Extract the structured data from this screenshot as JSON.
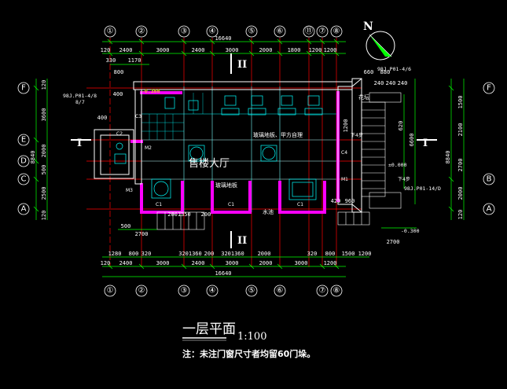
{
  "axes_top": [
    "①",
    "②",
    "③",
    "④",
    "⑤",
    "⑥",
    "⑪",
    "⑦",
    "⑧"
  ],
  "axes_bottom": [
    "①",
    "②",
    "③",
    "④",
    "⑤",
    "⑥",
    "⑦",
    "⑧"
  ],
  "axes_left": [
    "F",
    "E",
    "D",
    "C",
    "A"
  ],
  "axes_right": [
    "F",
    "B",
    "A"
  ],
  "dims": {
    "top_total": "16640",
    "top_row": [
      "120",
      "2400",
      "3000",
      "2400",
      "3000",
      "2000",
      "1800",
      "1200",
      "1200"
    ],
    "top_small_a": "330",
    "top_small_b": "1170",
    "top_small_c": "800",
    "bottom_row1": [
      "1280",
      "800",
      "320",
      "3201360",
      "200",
      "3201360",
      "2000",
      "320",
      "800",
      "1500",
      "1200"
    ],
    "bottom_row2": [
      "120",
      "2400",
      "3000",
      "2400",
      "3000",
      "2000",
      "3000",
      "1200"
    ],
    "bottom_total": "16640",
    "left_col": [
      "120",
      "3600",
      "2000",
      "500",
      "2500",
      "120"
    ],
    "left_total": "8840",
    "left_small": [
      "400",
      "400"
    ],
    "right_col": [
      "1500",
      "2100",
      "2700",
      "2000",
      "120"
    ],
    "right_total": "8840",
    "right_outer": "6600",
    "right_top_row": [
      "660",
      "880"
    ],
    "right_top_row2": [
      "240",
      "240",
      "240"
    ],
    "right_mid": "620",
    "inner_bottom": [
      "2001350",
      "200"
    ],
    "inner_420": "420",
    "inner_960": "960",
    "inner_1200": "1200",
    "stair_500": "500",
    "stair_2700": "2700",
    "right_2700": "2700",
    "ref_top": "98J.P01-4/8",
    "ref_top2": "8/7",
    "ref_right_top": "98J.P01-4/6",
    "ref_right_bottom": "98J.P01-14/D",
    "elev_1": "-0.300",
    "elev_2": "±0.000",
    "elev_3": "-0.300"
  },
  "labels": {
    "hall": "售楼大厅",
    "glass_1": "玻璃地板、甲方自理",
    "glass_2": "玻璃地板",
    "water": "水池",
    "flower": "花坛",
    "steps_a": "下4步",
    "steps_b": "下4步",
    "c1": "C1",
    "c2": "C2",
    "c3": "C3",
    "c4": "C4",
    "m1": "M1",
    "m2": "M2",
    "m3": "M3"
  },
  "sections": {
    "top": "II",
    "bottom": "II",
    "left": "I",
    "right": "I"
  },
  "north": "N",
  "title": "一层平面",
  "scale": "1:100",
  "note": "注：未注门窗尺寸者均留60门垛。",
  "colors": {
    "background": "#000000",
    "wall": "#ff00ff",
    "dimension": "#00ff00",
    "text": "#ffffff",
    "axis_line": "#ff0000",
    "grid": "#00ffff",
    "structure": "#e6e6e6",
    "north_fill": "#00ff00",
    "accent": "#ffff00"
  }
}
